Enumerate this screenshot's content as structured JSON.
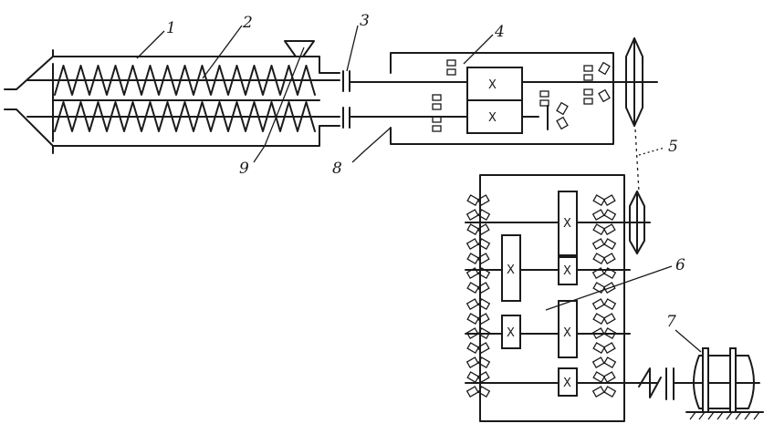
{
  "labels": {
    "l1": "1",
    "l2": "2",
    "l3": "3",
    "l4": "4",
    "l5": "5",
    "l6": "6",
    "l7": "7",
    "l8": "8",
    "l9": "9"
  },
  "gear_mark": "X",
  "colors": {
    "ink": "#1a1a1a",
    "paper": "#ffffff"
  },
  "screw_coils": 15
}
